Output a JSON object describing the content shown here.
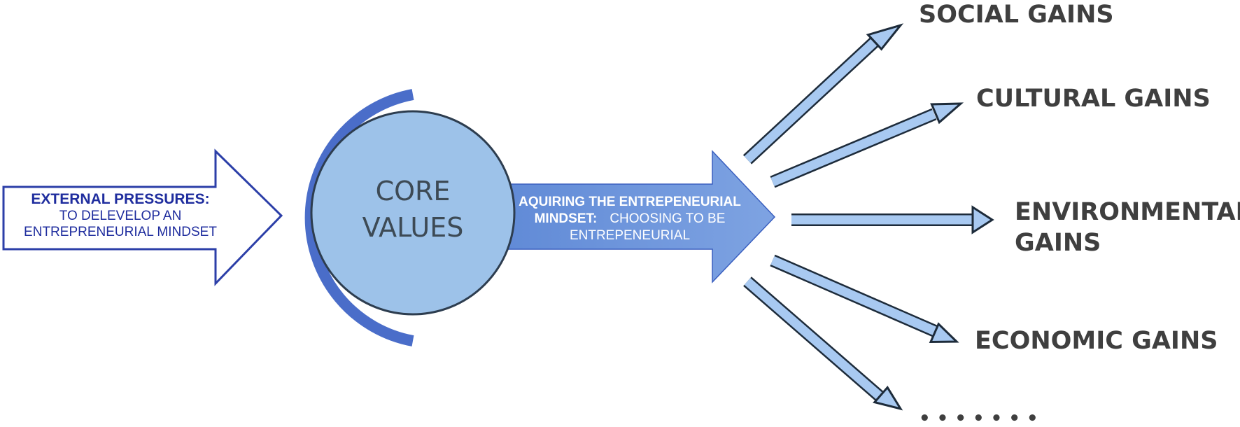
{
  "external_pressures": {
    "title": "EXTERNAL PRESSURES:",
    "line1": "TO DELEVELOP AN",
    "line2": "ENTREPRENEURIAL MINDSET"
  },
  "core_values": {
    "line1": "CORE",
    "line2": "VALUES"
  },
  "acquiring": {
    "line1": "AQUIRING THE ENTREPENEURIAL",
    "line2_bold": "MINDSET:",
    "line2_rest": "CHOOSING TO BE",
    "line3": "ENTREPENEURIAL"
  },
  "gains": {
    "social": "SOCIAL GAINS",
    "cultural": "CULTURAL GAINS",
    "environmental_line1": "ENVIRONMENTAL",
    "environmental_line2": "GAINS",
    "economic": "ECONOMIC GAINS",
    "more": "• • • • • • •"
  },
  "colors": {
    "input_arrow_stroke": "#2c3fa8",
    "circle_fill": "#9dc2e9",
    "arc_color": "#4a6dc9",
    "main_arrow_fill": "#6a92d9",
    "branch_fill": "#a8c9f1"
  }
}
